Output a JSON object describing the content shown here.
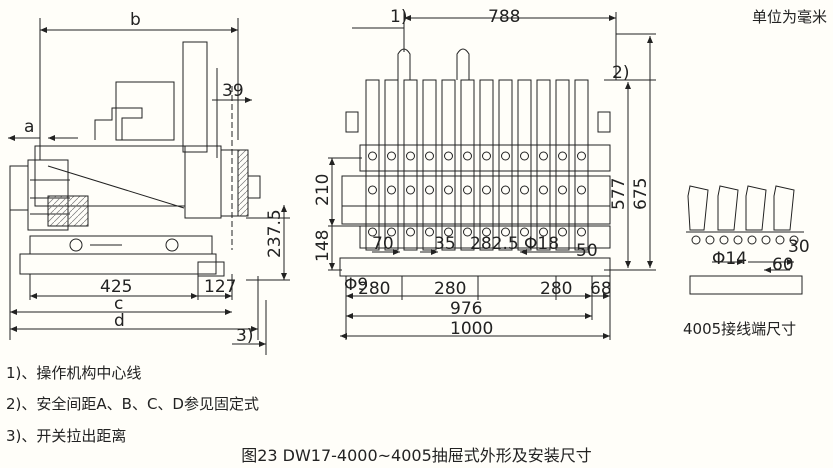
{
  "unit_label": "单位为毫米",
  "terminal_caption": "4005接线端尺寸",
  "caption": "图23 DW17-4000~4005抽屉式外形及安装尺寸",
  "notes": [
    "1)、操作机构中心线",
    "2)、安全间距A、B、C、D参见固定式",
    "3)、开关拉出距离"
  ],
  "side_view": {
    "b": "b",
    "a": "a",
    "d39": "39",
    "d237": "237.5",
    "d425": "425",
    "d127": "127",
    "c": "c",
    "d": "d",
    "note3": "3)"
  },
  "front_view": {
    "note1": "1)",
    "d788": "788",
    "note2": "2)",
    "d577": "577",
    "d675": "675",
    "d210": "210",
    "d148": "148",
    "d70": "70",
    "d35": "35",
    "d282": "282.5",
    "phi18": "Φ18",
    "d50": "50",
    "phi9": "Φ9",
    "d280a": "280",
    "d280b": "280",
    "d280c": "280",
    "d68": "68",
    "d976": "976",
    "d1000": "1000"
  },
  "terminal_view": {
    "phi14": "Φ14",
    "d30": "30",
    "d60": "60"
  }
}
